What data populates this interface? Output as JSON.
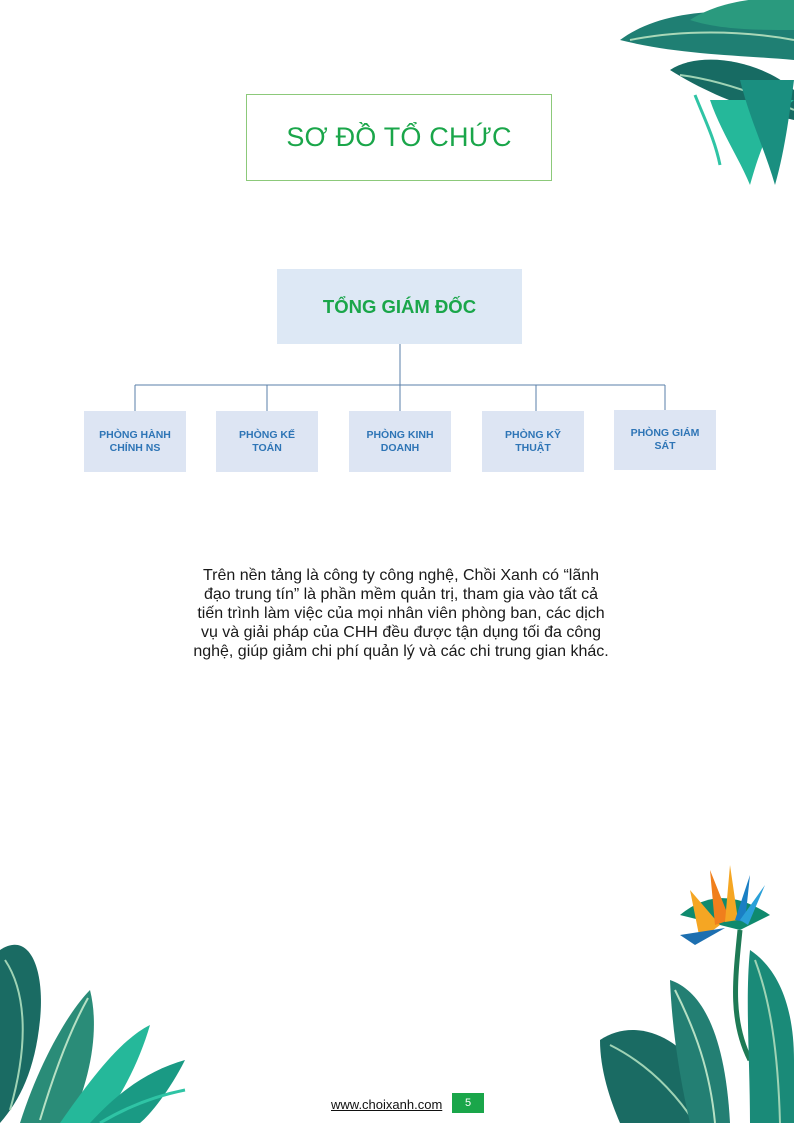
{
  "header": {
    "title": "SƠ ĐỒ TỔ CHỨC"
  },
  "org_chart": {
    "top": "TỔNG GIÁM ĐỐC",
    "departments": [
      "PHÒNG HÀNH CHÍNH NS",
      "PHÒNG KẾ TOÁN",
      "PHÒNG KINH DOANH",
      "PHÒNG KỸ THUẬT",
      "PHÒNG GIÁM SÁT"
    ]
  },
  "body": {
    "paragraph": "Trên nền tảng là công ty công nghệ, Chồi Xanh có “lãnh đạo trung tín” là phần mềm quản trị, tham gia vào tất cả tiến trình làm việc của mọi nhân viên phòng ban, các dịch vụ và giải pháp của CHH đều được tận dụng tối đa công nghệ, giúp giảm chi phí quản lý và các chi trung gian khác."
  },
  "footer": {
    "website": "www.choixanh.com",
    "page_number": "5"
  },
  "colors": {
    "green": "#1aa64a",
    "box_fill": "#dde8f5",
    "dept_text": "#2e75b6",
    "connector": "#5a7fa8"
  },
  "decorations": [
    "tropical-leaves-top-right",
    "tropical-leaves-bottom-left",
    "bird-of-paradise-bottom-right"
  ]
}
